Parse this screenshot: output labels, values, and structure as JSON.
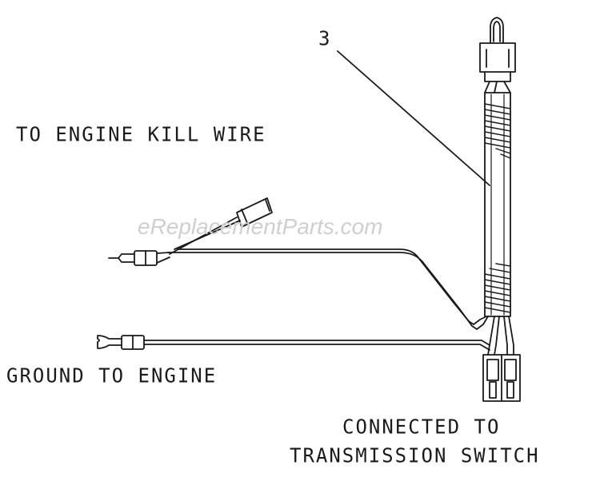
{
  "labels": {
    "callout_number": "3",
    "engine_kill": "TO ENGINE KILL WIRE",
    "ground": "GROUND TO ENGINE",
    "connected_line1": "CONNECTED TO",
    "connected_line2": "TRANSMISSION SWITCH"
  },
  "watermark": "eReplacementParts.com",
  "colors": {
    "line": "#1a1a1a",
    "watermark": "#cfcfcf"
  }
}
